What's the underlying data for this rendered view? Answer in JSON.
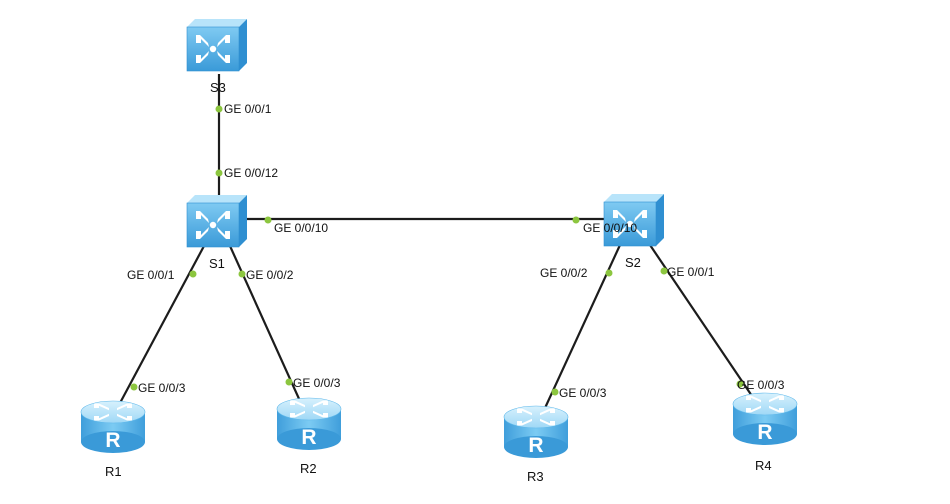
{
  "diagram": {
    "devices": [
      {
        "id": "S3",
        "kind": "switch",
        "label": "S3"
      },
      {
        "id": "S1",
        "kind": "switch",
        "label": "S1"
      },
      {
        "id": "S2",
        "kind": "switch",
        "label": "S2"
      },
      {
        "id": "R1",
        "kind": "router",
        "label": "R1"
      },
      {
        "id": "R2",
        "kind": "router",
        "label": "R2"
      },
      {
        "id": "R3",
        "kind": "router",
        "label": "R3"
      },
      {
        "id": "R4",
        "kind": "router",
        "label": "R4"
      }
    ],
    "links": [
      {
        "a": "S3",
        "a_port": "GE 0/0/1",
        "b": "S1",
        "b_port": "GE 0/0/12"
      },
      {
        "a": "S1",
        "a_port": "GE 0/0/10",
        "b": "S2",
        "b_port": "GE 0/0/10"
      },
      {
        "a": "S1",
        "a_port": "GE 0/0/1",
        "b": "R1",
        "b_port": "GE 0/0/3"
      },
      {
        "a": "S1",
        "a_port": "GE 0/0/2",
        "b": "R2",
        "b_port": "GE 0/0/3"
      },
      {
        "a": "S2",
        "a_port": "GE 0/0/2",
        "b": "R3",
        "b_port": "GE 0/0/3"
      },
      {
        "a": "S2",
        "a_port": "GE 0/0/1",
        "b": "R4",
        "b_port": "GE 0/0/3"
      }
    ],
    "router_glyph": "R",
    "icons": {
      "switch": "layer3-switch-icon",
      "router": "router-icon"
    },
    "colors": {
      "device_light": "#bfe6fa",
      "device_mid": "#6cc1ee",
      "device_dark": "#2f8fd1",
      "port_dot": "#8cc63f",
      "link": "#1c1c1c"
    }
  }
}
